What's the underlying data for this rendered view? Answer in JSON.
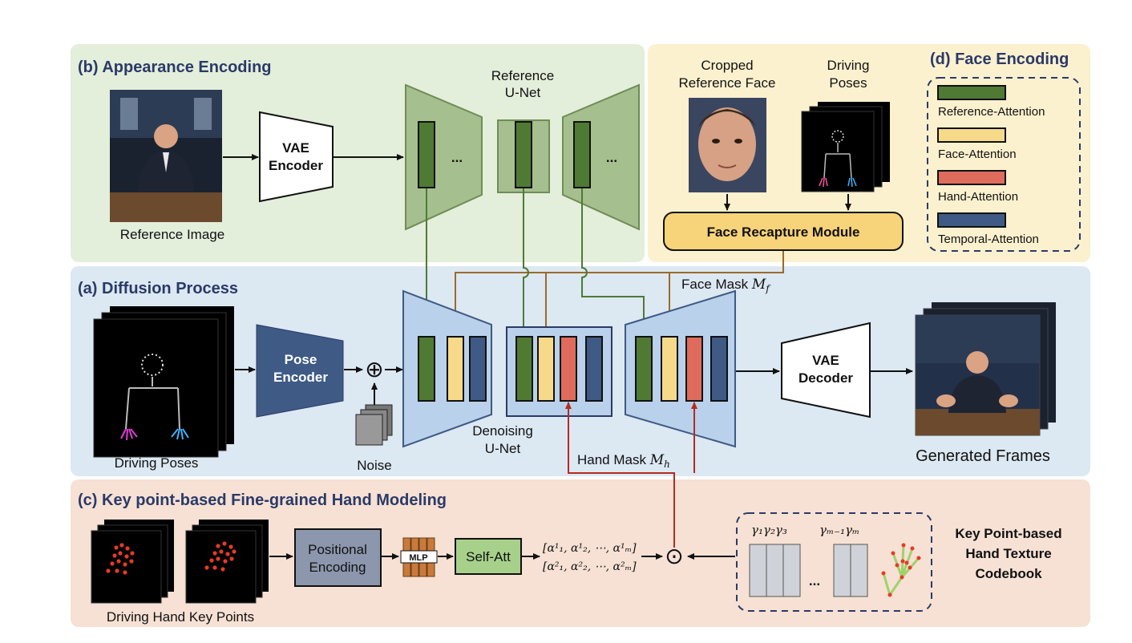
{
  "sections": {
    "b": "(b) Appearance Encoding",
    "a": "(a) Diffusion Process",
    "c": "(c) Key point-based Fine-grained Hand Modeling",
    "d": "(d) Face Encoding"
  },
  "labels": {
    "reference_image": "Reference Image",
    "vae_encoder_1": "VAE",
    "vae_encoder_2": "Encoder",
    "reference_unet_1": "Reference",
    "reference_unet_2": "U-Net",
    "ellipsis": "...",
    "cropped_face_1": "Cropped",
    "cropped_face_2": "Reference Face",
    "driving_poses_d_1": "Driving",
    "driving_poses_d_2": "Poses",
    "face_recapture": "Face Recapture Module",
    "face_mask": "Face Mask",
    "face_mask_sym": "M",
    "face_mask_sub": "f",
    "hand_mask": "Hand Mask",
    "hand_mask_sym": "M",
    "hand_mask_sub": "h",
    "pose_encoder_1": "Pose",
    "pose_encoder_2": "Encoder",
    "driving_poses_a": "Driving Poses",
    "noise": "Noise",
    "denoising_unet_1": "Denoising",
    "denoising_unet_2": "U-Net",
    "vae_decoder_1": "VAE",
    "vae_decoder_2": "Decoder",
    "generated_frames": "Generated Frames",
    "positional_encoding_1": "Positional",
    "positional_encoding_2": "Encoding",
    "mlp": "MLP",
    "self_att": "Self-Att",
    "alpha_row1": "[α¹₁, α¹₂, ⋯, α¹ₘ]",
    "alpha_row2": "[α²₁, α²₂, ⋯, α²ₘ]",
    "gamma_left": "γ₁γ₂γ₃",
    "gamma_right": "γₘ₋₁γₘ",
    "codebook_1": "Key Point-based",
    "codebook_2": "Hand Texture",
    "codebook_3": "Codebook",
    "driving_hand_kp": "Driving Hand Key Points",
    "odot": "⊙",
    "oplus": "⊕"
  },
  "legend": [
    {
      "label": "Reference-Attention",
      "color": "#4f7a33"
    },
    {
      "label": "Face-Attention",
      "color": "#f7d98a"
    },
    {
      "label": "Hand-Attention",
      "color": "#de6b5c"
    },
    {
      "label": "Temporal-Attention",
      "color": "#3e5a85"
    }
  ],
  "colors": {
    "panel_b": "#e3eedb",
    "panel_d": "#fcf1cf",
    "panel_a": "#dce8f2",
    "panel_c": "#f6e1d4",
    "section_title": "#2b3a67",
    "ref_unet": "#a6bf8e",
    "den_unet": "#b9d1ea",
    "pose_encoder": "#3e5a85",
    "face_module": "#f7d37a",
    "pos_encoding": "#8c97ad",
    "self_att": "#a7d18a",
    "mlp": "#c87a3c",
    "face_arrow": "#9c6a2a",
    "hand_arrow": "#b52a22"
  }
}
